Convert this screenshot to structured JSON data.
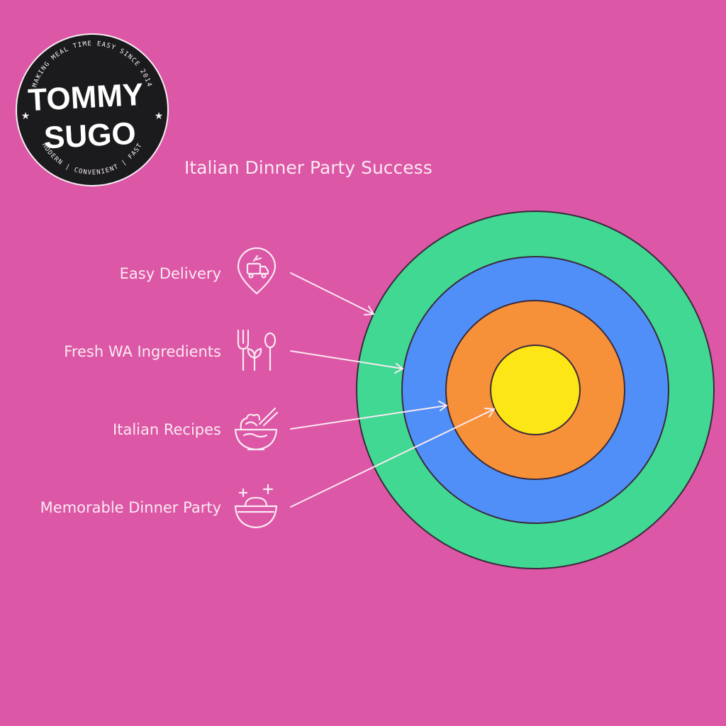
{
  "logo": {
    "brand_line1": "TOMMY",
    "brand_line2": "SUGO",
    "arc_top": "MAKING MEAL TIME EASY SINCE 2014",
    "arc_bottom": "MODERN | CONVENIENT | FAST"
  },
  "title": "Italian Dinner Party Success",
  "items": [
    {
      "label": "Easy Delivery",
      "icon": "delivery-pin-icon",
      "ring_color": "#41d893"
    },
    {
      "label": "Fresh WA Ingredients",
      "icon": "fork-leaf-spoon-icon",
      "ring_color": "#4f8ff7"
    },
    {
      "label": "Italian Recipes",
      "icon": "noodle-bowl-icon",
      "ring_color": "#f6913a"
    },
    {
      "label": "Memorable Dinner Party",
      "icon": "sparkle-bowl-icon",
      "ring_color": "#fde616"
    }
  ],
  "colors": {
    "background": "#dc57a6",
    "text": "#fbe9f2",
    "ring_outline": "#3a2a3a"
  }
}
